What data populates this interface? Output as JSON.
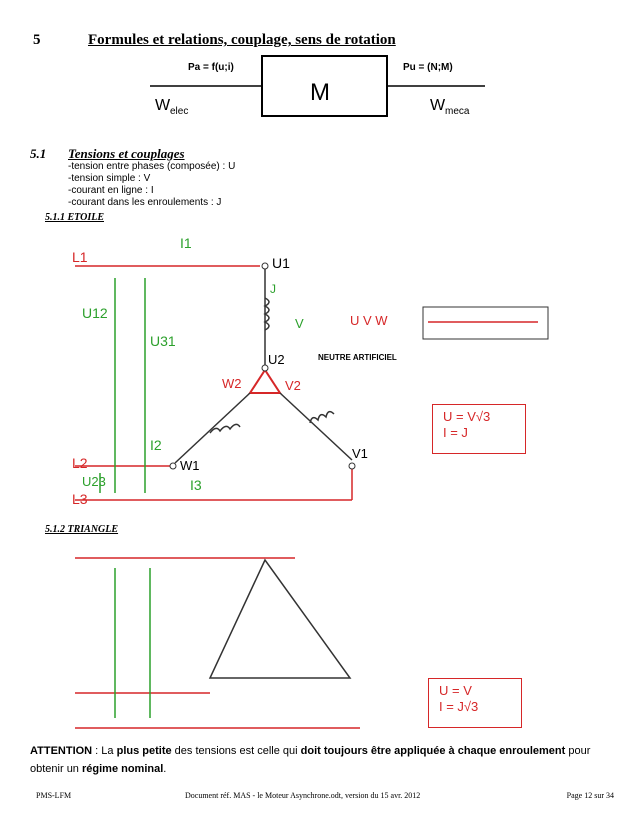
{
  "heading": {
    "number": "5",
    "title": "Formules et relations, couplage, sens de rotation"
  },
  "motor_diagram": {
    "pa": "Pa = f(u;i)",
    "pu": "Pu = (N;M)",
    "m": "M",
    "welec_w": "W",
    "welec_sub": "elec",
    "wmeca_w": "W",
    "wmeca_sub": "meca"
  },
  "section": {
    "number": "5.1",
    "title": "Tensions et couplages",
    "defs": [
      "-tension entre phases (composée) : U",
      "-tension simple : V",
      "-courant en ligne : I",
      "-courant dans les enroulements : J"
    ]
  },
  "etoile": {
    "title": "5.1.1 ETOILE",
    "neutre": "NEUTRE ARTIFICIEL",
    "uvw": "U  V  W",
    "formula1": "U = V√3",
    "formula2": "I = J",
    "labels": {
      "L1": "L1",
      "L2": "L2",
      "L3": "L3",
      "I1": "I1",
      "I2": "I2",
      "I3": "I3",
      "U1": "U1",
      "U2": "U2",
      "V1": "V1",
      "V2": "V2",
      "W1": "W1",
      "W2": "W2",
      "U12": "U12",
      "U23": "U23",
      "U31": "U31",
      "J": "J",
      "V": "V"
    }
  },
  "triangle": {
    "title": "5.1.2 TRIANGLE",
    "formula1": "U = V",
    "formula2": "I = J√3"
  },
  "attention": {
    "p1": "ATTENTION",
    "p2": " : La ",
    "p3": "plus petite",
    "p4": " des tensions est celle qui ",
    "p5": "doit toujours être appliquée à chaque enroulement",
    "p6": " pour obtenir un ",
    "p7": "régime nominal",
    "p8": "."
  },
  "footer": {
    "left": "PMS-LFM",
    "center": "Document réf. MAS - le Moteur Asynchrone.odt, version du 15 avr. 2012",
    "right": "Page 12 sur 34"
  },
  "colors": {
    "red": "#d62728",
    "green": "#2ca02c"
  }
}
